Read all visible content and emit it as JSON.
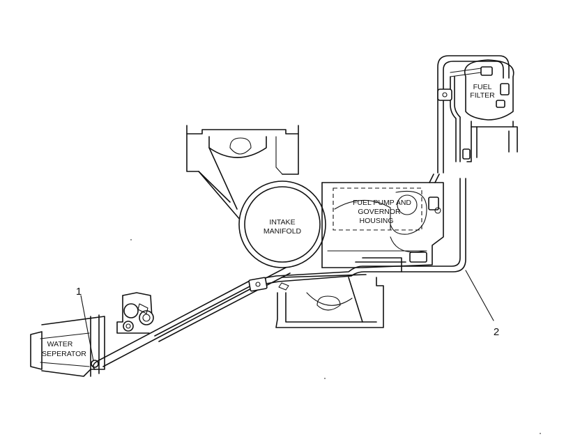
{
  "labels": {
    "intake_manifold": [
      "INTAKE",
      "MANIFOLD"
    ],
    "fuel_pump": [
      "FUEL PUMP AND",
      "GOVERNOR",
      "HOUSING"
    ],
    "fuel_filter": [
      "FUEL",
      "FILTER"
    ],
    "water_separator": [
      "WATER",
      "SEPERATOR"
    ]
  },
  "callouts": [
    "1",
    "2"
  ]
}
